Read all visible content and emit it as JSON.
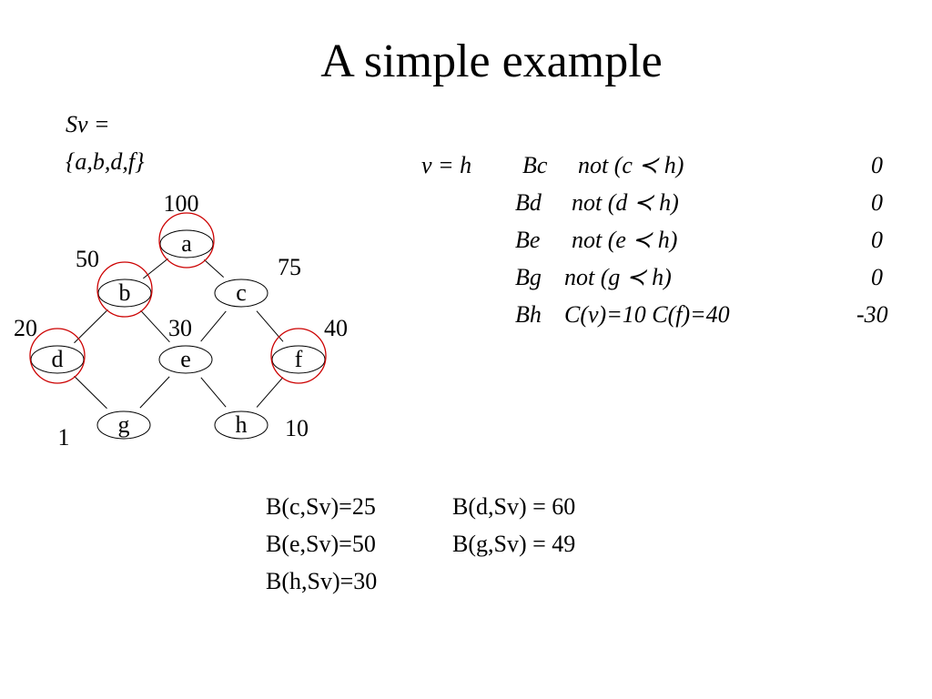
{
  "title": "A simple example",
  "sv_label_line1": "Sv =",
  "sv_label_line2": "{a,b,d,f}",
  "graph": {
    "nodes": [
      {
        "id": "a",
        "label": "a",
        "weight": "100",
        "selected": true
      },
      {
        "id": "b",
        "label": "b",
        "weight": "50",
        "selected": true
      },
      {
        "id": "c",
        "label": "c",
        "weight": "75",
        "selected": false
      },
      {
        "id": "d",
        "label": "d",
        "weight": "20",
        "selected": true
      },
      {
        "id": "e",
        "label": "e",
        "weight": "30",
        "selected": false
      },
      {
        "id": "f",
        "label": "f",
        "weight": "40",
        "selected": true
      },
      {
        "id": "g",
        "label": "g",
        "weight": "1",
        "selected": false
      },
      {
        "id": "h",
        "label": "h",
        "weight": "10",
        "selected": false
      }
    ],
    "edges": [
      [
        "a",
        "b"
      ],
      [
        "a",
        "c"
      ],
      [
        "b",
        "d"
      ],
      [
        "b",
        "e"
      ],
      [
        "c",
        "e"
      ],
      [
        "c",
        "f"
      ],
      [
        "d",
        "g"
      ],
      [
        "e",
        "g"
      ],
      [
        "e",
        "h"
      ],
      [
        "f",
        "h"
      ]
    ],
    "selection_color": "#cc0000"
  },
  "benefit_table": {
    "prefix": "v = h",
    "rows": [
      {
        "name": "Bc",
        "condition": "not (c ≺ h)",
        "value": "0"
      },
      {
        "name": "Bd",
        "condition": "not (d ≺ h)",
        "value": "0"
      },
      {
        "name": "Be",
        "condition": "not  (e ≺ h)",
        "value": "0"
      },
      {
        "name": "Bg",
        "condition": "not  (g ≺ h)",
        "value": "0"
      },
      {
        "name": "Bh",
        "condition": "C(v)=10 C(f)=40",
        "value": "-30"
      }
    ]
  },
  "benefits": [
    {
      "left": "B(c,Sv)=25",
      "right": "B(d,Sv) = 60"
    },
    {
      "left": "B(e,Sv)=50",
      "right": "B(g,Sv) = 49"
    },
    {
      "left": "B(h,Sv)=30",
      "right": ""
    }
  ]
}
